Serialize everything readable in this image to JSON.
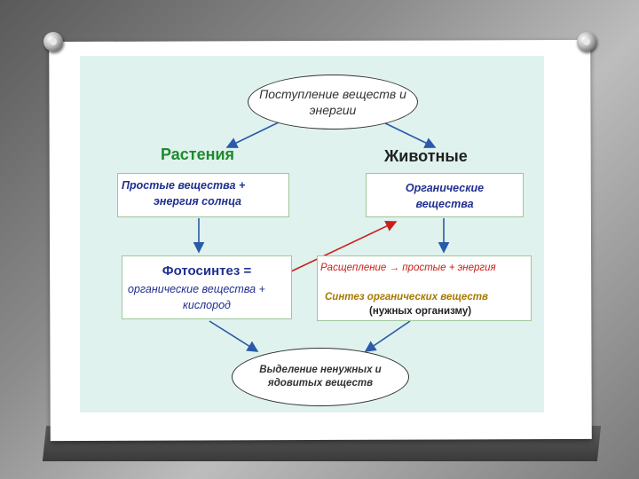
{
  "diagram": {
    "intake": "Поступление веществ и энергии",
    "plants_heading": "Растения",
    "animals_heading": "Животные",
    "simple_substances": {
      "line1": "Простые вещества +",
      "line2": "энергия солнца"
    },
    "organic_substances": {
      "line1": "Органические",
      "line2": "вещества"
    },
    "photosynthesis": {
      "title": "Фотосинтез =",
      "line2": "органические вещества +",
      "line3": "кислород"
    },
    "breakdown": {
      "line1": "Расщепление → простые + энергия",
      "line2": "Синтез органических веществ",
      "line3": "(нужных организму)"
    },
    "excretion": "Выделение ненужных и ядовитых веществ"
  },
  "colors": {
    "background": "#dff2ee",
    "plants_green": "#1f8a2e",
    "box_text_blue": "#1f2f8f",
    "arrow_blue": "#2a5aa8",
    "arrow_red": "#c8201a",
    "synthesis_gold": "#a87900"
  }
}
